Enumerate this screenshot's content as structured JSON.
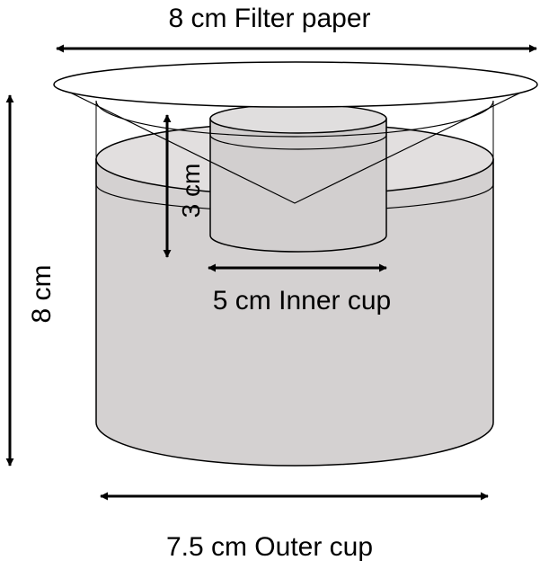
{
  "labels": {
    "filter_paper": "8 cm Filter paper",
    "inner_cup_height": "3 cm",
    "inner_cup_width": "5 cm Inner  cup",
    "outer_cup_height": "8 cm",
    "outer_cup_width": "7.5 cm Outer  cup"
  },
  "colors": {
    "outer_body": "#d4d1d1",
    "outer_rim": "#e2dfdf",
    "inner_body": "#d2cfcf",
    "inner_top": "#e0dede",
    "filter_paper": "#ffffff",
    "stroke": "#000000"
  }
}
